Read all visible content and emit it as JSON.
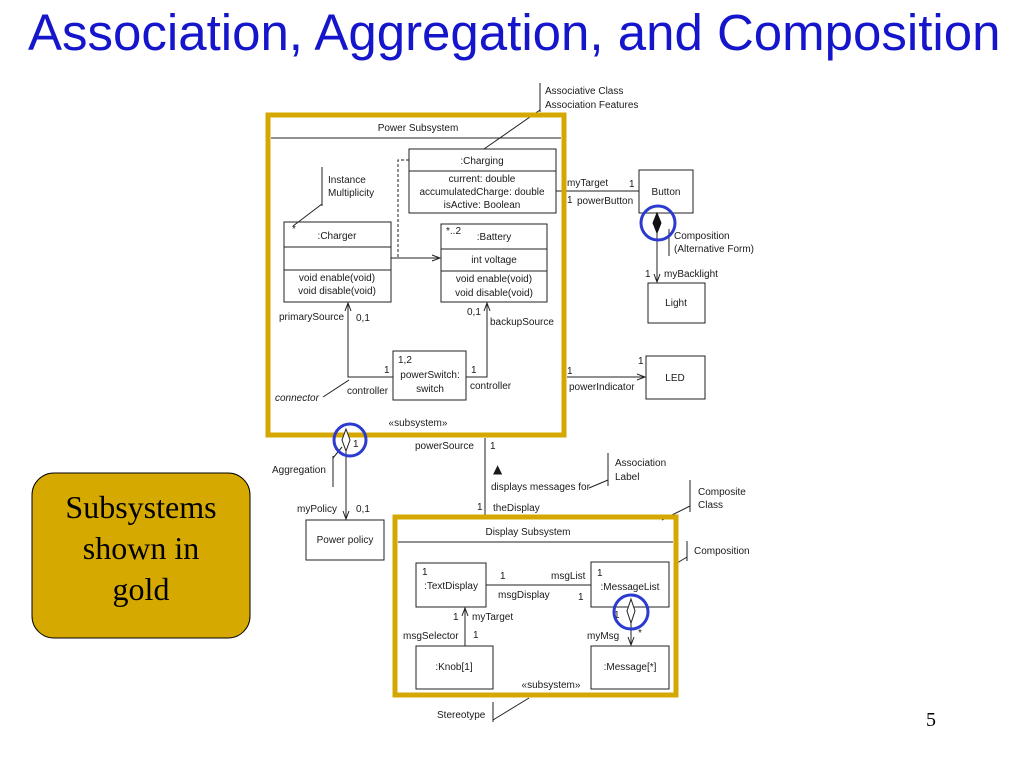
{
  "slide": {
    "title": "Association, Aggregation, and Composition",
    "page_number": "5",
    "callout_lines": [
      "Subsystems",
      "shown in",
      "gold"
    ]
  },
  "colors": {
    "title": "#1515CC",
    "gold": "#D4A800",
    "highlight_ring": "#2B3BCF",
    "callout_fill": "#D6A900"
  },
  "diagram": {
    "notes": {
      "associative_class": [
        "Associative Class",
        "Association Features"
      ],
      "instance_multiplicity": [
        "Instance",
        "Multiplicity"
      ],
      "composition_alt": [
        "Composition",
        "(Alternative Form)"
      ],
      "aggregation": "Aggregation",
      "association_label": [
        "Association",
        "Label"
      ],
      "composite_class": [
        "Composite",
        "Class"
      ],
      "composition": "Composition",
      "stereotype": "Stereotype",
      "connector": "connector"
    },
    "power_subsystem": {
      "name": "Power Subsystem",
      "stereotype": "«subsystem»",
      "charging": {
        "name": ":Charging",
        "attributes": [
          "current: double",
          "accumulatedCharge: double",
          "isActive: Boolean"
        ]
      },
      "charger": {
        "multiplicity": "*",
        "name": ":Charger",
        "operations": [
          "void enable(void)",
          "void disable(void)"
        ]
      },
      "battery": {
        "multiplicity": "*..2",
        "name": ":Battery",
        "attributes": [
          "int voltage"
        ],
        "operations": [
          "void enable(void)",
          "void disable(void)"
        ]
      },
      "power_switch": {
        "multiplicity": "1,2",
        "name_lines": [
          "powerSwitch:",
          "switch"
        ]
      },
      "primary_link": {
        "role": "primarySource",
        "multiplicity": "0,1",
        "switch_multiplicity": "1",
        "switch_role": "controller"
      },
      "backup_link": {
        "role": "backupSource",
        "multiplicity": "0,1",
        "switch_multiplicity": "1",
        "switch_role": "controller"
      }
    },
    "button_link": {
      "role_top": "myTarget",
      "mult_top": "1",
      "mult_bottom": "1",
      "role_bottom": "powerButton"
    },
    "button": {
      "name": "Button"
    },
    "backlight_link": {
      "multiplicity": "1",
      "role": "myBacklight"
    },
    "light": {
      "name": "Light"
    },
    "led_link": {
      "mult_left": "1",
      "mult_right": "1",
      "role": "powerIndicator"
    },
    "led": {
      "name": "LED"
    },
    "policy_link": {
      "whole_multiplicity": "1",
      "role": "myPolicy",
      "part_multiplicity": "0,1"
    },
    "power_policy": {
      "name": "Power policy"
    },
    "display_link": {
      "source_role": "powerSource",
      "source_multiplicity": "1",
      "direction": "▲",
      "label": "displays messages for",
      "target_multiplicity": "1",
      "target_role": "theDisplay"
    },
    "display_subsystem": {
      "name": "Display Subsystem",
      "stereotype": "«subsystem»",
      "text_display": {
        "multiplicity": "1",
        "name": ":TextDisplay"
      },
      "message_list": {
        "multiplicity": "1",
        "name": ":MessageList"
      },
      "knob": {
        "name": ":Knob[1]"
      },
      "message": {
        "name": ":Message[*]"
      },
      "list_link": {
        "mult_left": "1",
        "role_top": "msgList",
        "role_bottom": "msgDisplay",
        "mult_right": "1"
      },
      "knob_link": {
        "mult_top": "1",
        "role_top": "myTarget",
        "role_bottom": "msgSelector",
        "mult_bottom": "1"
      },
      "message_link": {
        "whole_multiplicity": "1",
        "role": "myMsg",
        "part_multiplicity": "*"
      }
    }
  }
}
